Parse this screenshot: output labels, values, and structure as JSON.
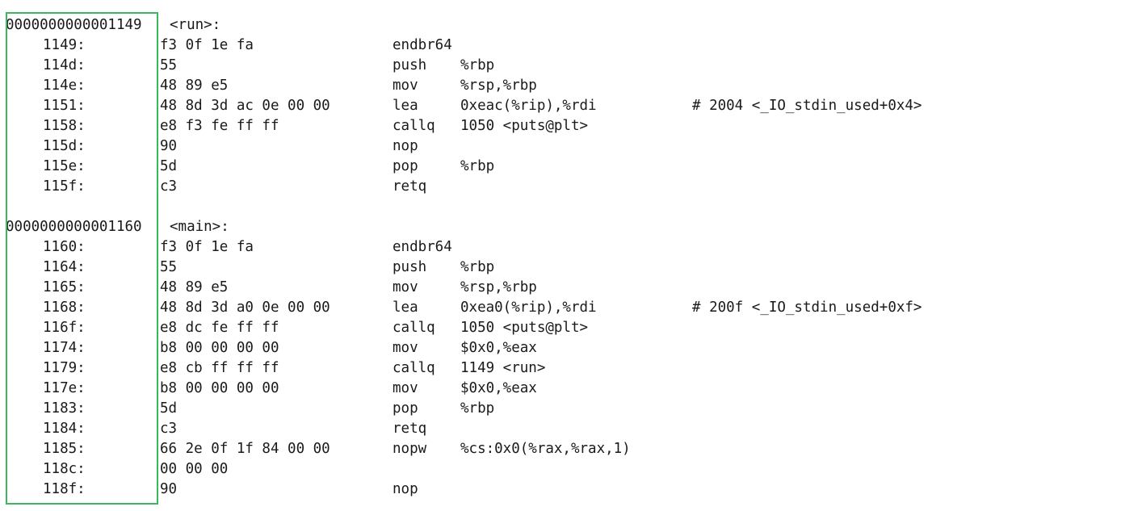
{
  "highlight_color": "#3cb760",
  "functions": [
    {
      "address": "0000000000001149",
      "name": "<run>:",
      "instructions": [
        {
          "addr": "1149:",
          "bytes": "f3 0f 1e fa",
          "mnemonic": "endbr64",
          "operands": "",
          "comment": ""
        },
        {
          "addr": "114d:",
          "bytes": "55",
          "mnemonic": "push",
          "operands": "%rbp",
          "comment": ""
        },
        {
          "addr": "114e:",
          "bytes": "48 89 e5",
          "mnemonic": "mov",
          "operands": "%rsp,%rbp",
          "comment": ""
        },
        {
          "addr": "1151:",
          "bytes": "48 8d 3d ac 0e 00 00",
          "mnemonic": "lea",
          "operands": "0xeac(%rip),%rdi",
          "comment": "# 2004 <_IO_stdin_used+0x4>"
        },
        {
          "addr": "1158:",
          "bytes": "e8 f3 fe ff ff",
          "mnemonic": "callq",
          "operands": "1050 <puts@plt>",
          "comment": ""
        },
        {
          "addr": "115d:",
          "bytes": "90",
          "mnemonic": "nop",
          "operands": "",
          "comment": ""
        },
        {
          "addr": "115e:",
          "bytes": "5d",
          "mnemonic": "pop",
          "operands": "%rbp",
          "comment": ""
        },
        {
          "addr": "115f:",
          "bytes": "c3",
          "mnemonic": "retq",
          "operands": "",
          "comment": ""
        }
      ]
    },
    {
      "address": "0000000000001160",
      "name": "<main>:",
      "instructions": [
        {
          "addr": "1160:",
          "bytes": "f3 0f 1e fa",
          "mnemonic": "endbr64",
          "operands": "",
          "comment": ""
        },
        {
          "addr": "1164:",
          "bytes": "55",
          "mnemonic": "push",
          "operands": "%rbp",
          "comment": ""
        },
        {
          "addr": "1165:",
          "bytes": "48 89 e5",
          "mnemonic": "mov",
          "operands": "%rsp,%rbp",
          "comment": ""
        },
        {
          "addr": "1168:",
          "bytes": "48 8d 3d a0 0e 00 00",
          "mnemonic": "lea",
          "operands": "0xea0(%rip),%rdi",
          "comment": "# 200f <_IO_stdin_used+0xf>"
        },
        {
          "addr": "116f:",
          "bytes": "e8 dc fe ff ff",
          "mnemonic": "callq",
          "operands": "1050 <puts@plt>",
          "comment": ""
        },
        {
          "addr": "1174:",
          "bytes": "b8 00 00 00 00",
          "mnemonic": "mov",
          "operands": "$0x0,%eax",
          "comment": ""
        },
        {
          "addr": "1179:",
          "bytes": "e8 cb ff ff ff",
          "mnemonic": "callq",
          "operands": "1149 <run>",
          "comment": ""
        },
        {
          "addr": "117e:",
          "bytes": "b8 00 00 00 00",
          "mnemonic": "mov",
          "operands": "$0x0,%eax",
          "comment": ""
        },
        {
          "addr": "1183:",
          "bytes": "5d",
          "mnemonic": "pop",
          "operands": "%rbp",
          "comment": ""
        },
        {
          "addr": "1184:",
          "bytes": "c3",
          "mnemonic": "retq",
          "operands": "",
          "comment": ""
        },
        {
          "addr": "1185:",
          "bytes": "66 2e 0f 1f 84 00 00",
          "mnemonic": "nopw",
          "operands": "%cs:0x0(%rax,%rax,1)",
          "comment": ""
        },
        {
          "addr": "118c:",
          "bytes": "00 00 00",
          "mnemonic": "",
          "operands": "",
          "comment": ""
        },
        {
          "addr": "118f:",
          "bytes": "90",
          "mnemonic": "nop",
          "operands": "",
          "comment": ""
        }
      ]
    }
  ]
}
